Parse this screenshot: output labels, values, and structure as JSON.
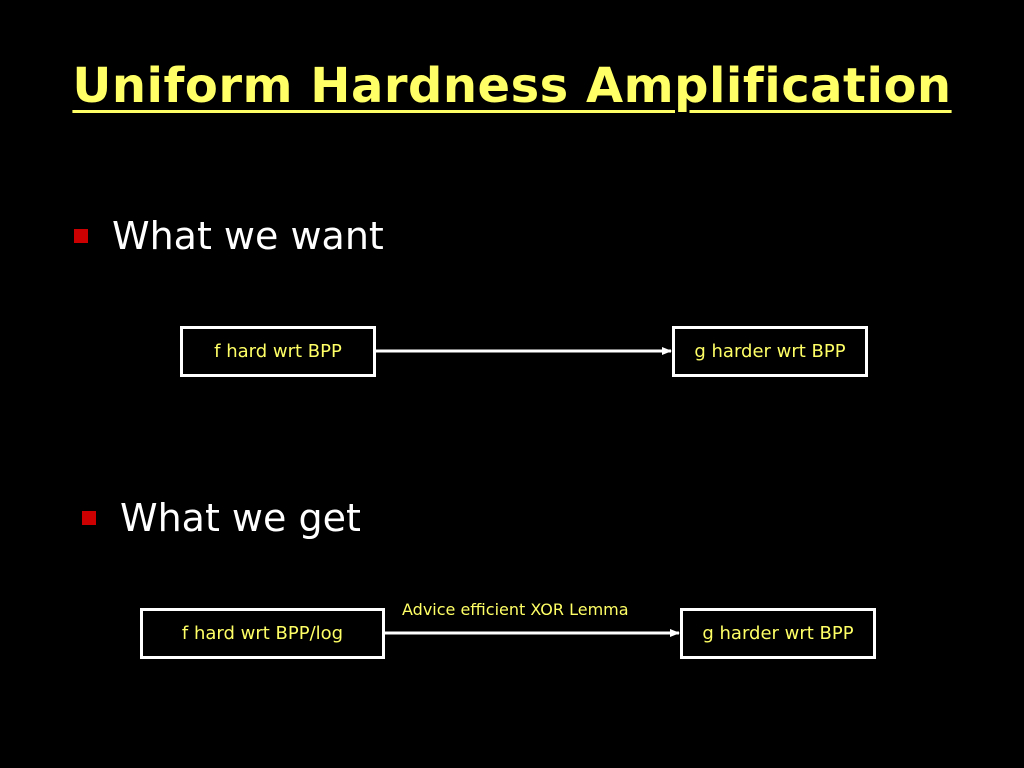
{
  "slide": {
    "title": "Uniform Hardness Amplification",
    "want": {
      "bullet": "What we want",
      "source_box": "f hard wrt BPP",
      "target_box": "g harder wrt BPP"
    },
    "get": {
      "bullet": "What we get",
      "source_box": "f hard wrt BPP/log",
      "target_box": "g harder wrt BPP",
      "arrow_label": "Advice efficient XOR Lemma"
    }
  },
  "colors": {
    "background": "#000000",
    "title": "#ffff66",
    "bullet_marker": "#cc0000",
    "box_border": "#ffffff",
    "box_text": "#ffff66"
  }
}
